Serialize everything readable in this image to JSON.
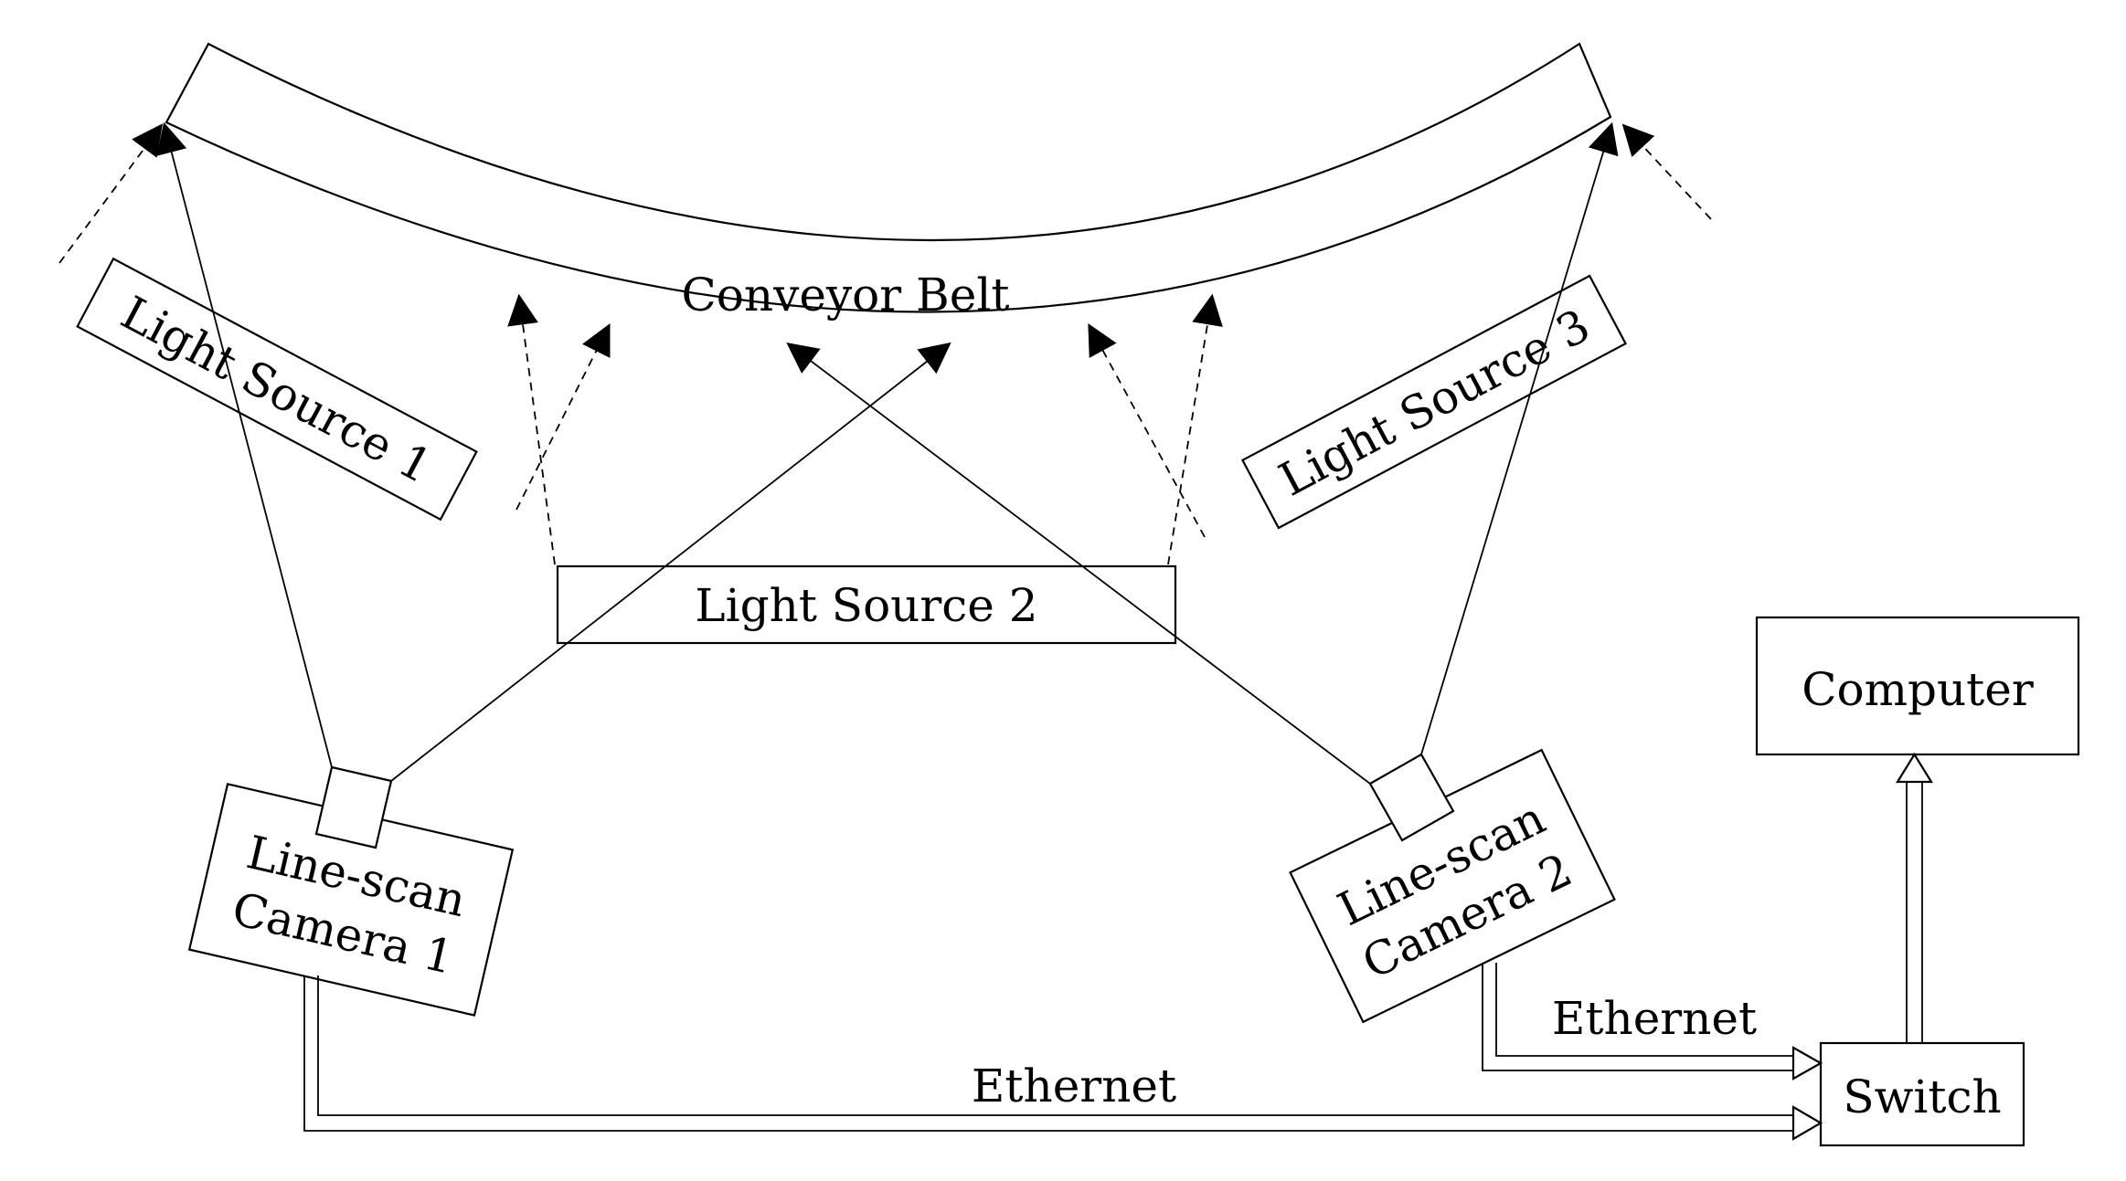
{
  "diagram": {
    "belt": {
      "label": "Conveyor Belt"
    },
    "light_sources": [
      {
        "id": "ls1",
        "label": "Light Source 1"
      },
      {
        "id": "ls2",
        "label": "Light Source 2"
      },
      {
        "id": "ls3",
        "label": "Light Source 3"
      }
    ],
    "cameras": [
      {
        "id": "cam1",
        "line1": "Line-scan",
        "line2": "Camera 1"
      },
      {
        "id": "cam2",
        "line1": "Line-scan",
        "line2": "Camera 2"
      }
    ],
    "network": {
      "switch": "Switch",
      "computer": "Computer",
      "link_cam1": "Ethernet",
      "link_cam2": "Ethernet"
    }
  }
}
